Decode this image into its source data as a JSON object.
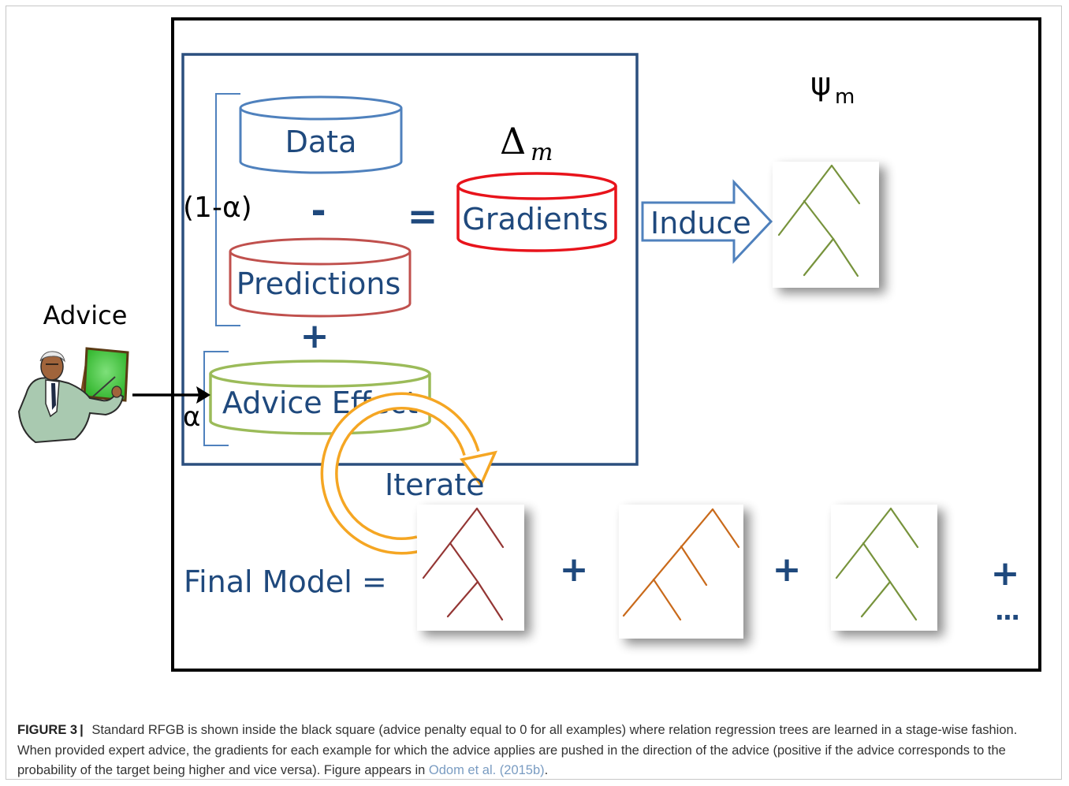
{
  "diagram": {
    "labels": {
      "advice": "Advice",
      "data": "Data",
      "predictions": "Predictions",
      "advice_effect": "Advice Effect",
      "gradients": "Gradients",
      "induce": "Induce",
      "iterate": "Iterate",
      "final_model": "Final Model =",
      "one_minus_alpha": "(1-α)",
      "alpha": "α",
      "minus": "-",
      "equals": "=",
      "plus": "+",
      "ellipsis": "...",
      "delta_base": "Δ",
      "delta_sub": "m",
      "psi_base": "ψ",
      "psi_sub": "m"
    },
    "colors": {
      "data": "#4f81bd",
      "predictions": "#c0504d",
      "advice_effect": "#9bbb59",
      "gradients": "#e8131b",
      "induce_arrow": "#4f81bd",
      "iterate_arrow": "#f5a623",
      "text_blue": "#1f497d",
      "tree_green": "#77933c",
      "tree_brown": "#943634",
      "tree_orange": "#c96a1b"
    }
  },
  "caption": {
    "label": "FIGURE 3",
    "separator": "|",
    "text": "Standard RFGB is shown inside the black square (advice penalty equal to 0 for all examples) where relation regression trees are learned in a stage-wise fashion. When provided expert advice, the gradients for each example for which the advice applies are pushed in the direction of the advice (positive if the advice corresponds to the probability of the target being higher and vice versa). Figure appears in",
    "reference": "Odom et al. (2015b)",
    "end": "."
  }
}
